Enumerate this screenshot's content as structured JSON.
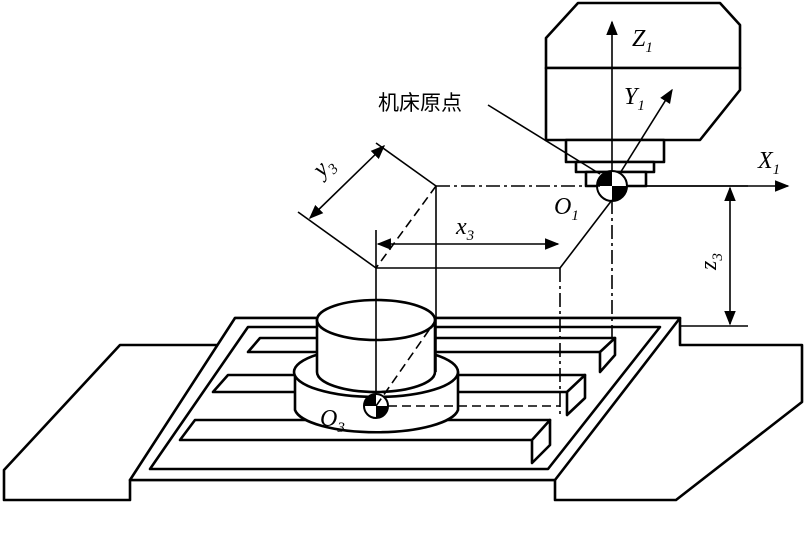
{
  "labels": {
    "machine_origin": "机床原点",
    "X1": "X",
    "X1_sub": "1",
    "Y1": "Y",
    "Y1_sub": "1",
    "Z1": "Z",
    "Z1_sub": "1",
    "O1": "O",
    "O1_sub": "1",
    "O3": "O",
    "O3_sub": "3",
    "x3": "x",
    "x3_sub": "3",
    "y3": "y",
    "y3_sub": "3",
    "z3": "z",
    "z3_sub": "3"
  }
}
